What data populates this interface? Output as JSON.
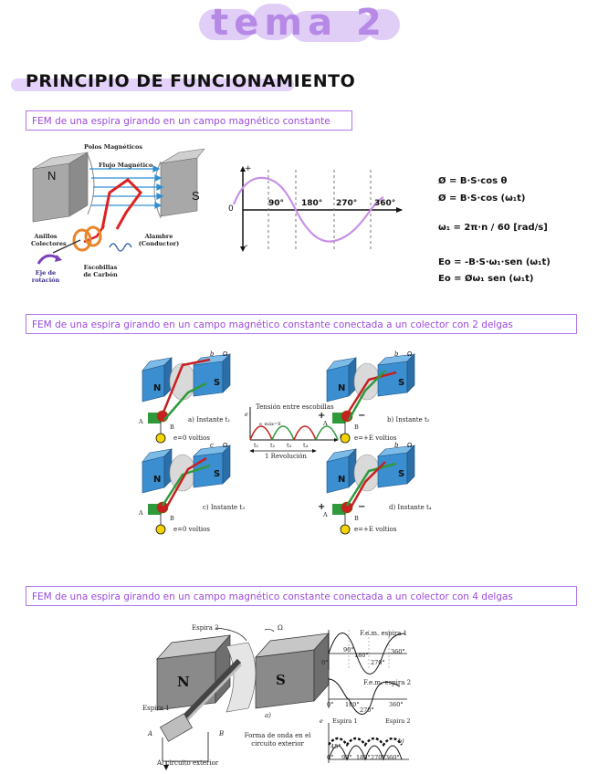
{
  "page": {
    "title": "tema 2",
    "heading": "PRINCIPIO DE FUNCIONAMIENTO"
  },
  "sections": [
    {
      "label": "FEM de una espira girando en un campo magnético constante"
    },
    {
      "label": "FEM de una espira girando en un campo magnético constante conectada a un colector con 2 delgas"
    },
    {
      "label": "FEM de una espira girando en un campo magnético constante conectada a un colector con 4 delgas"
    }
  ],
  "figure1": {
    "poles_label": "Polos Magnéticos",
    "flux_label": "Flujo Magnético",
    "north": "N",
    "south": "S",
    "rings_label": "Anillos Colectores",
    "wire_label": "Alambre (Conductor)",
    "brushes_label": "Escobillas de Carbón",
    "axis_label": "Eje de rotación"
  },
  "graph1": {
    "plus": "+",
    "minus": "-",
    "zero": "0",
    "ticks": [
      "90°",
      "180°",
      "270°",
      "360°"
    ]
  },
  "equations": [
    "Ø = B·S·cos θ",
    "Ø = B·S·cos (ω₁t)",
    "ω₁ = 2π·n / 60   [rad/s]",
    "Eo = -B·S·ω₁·sen (ω₁t)",
    "Eo = Øω₁ sen (ω₁t)"
  ],
  "figure2": {
    "omega": "Ω",
    "graph_title": "Tensión entre escobillas",
    "graph_e": "e",
    "graph_t": "t",
    "graph_em": "e_máx=E",
    "graph_ticks": [
      "t₁",
      "t₂",
      "t₃",
      "t₄"
    ],
    "revolution": "1 Revolución",
    "panels": [
      {
        "caption": "a) Instante t₁",
        "volt": "e=0 voltios",
        "n": "N",
        "s": "S",
        "a": "A",
        "b": "B",
        "letter": "b"
      },
      {
        "caption": "b) Instante t₂",
        "volt": "e=+E voltios",
        "n": "N",
        "s": "S",
        "a": "A",
        "b": "B",
        "letter": "b",
        "plus": "+",
        "minus": "−"
      },
      {
        "caption": "c) Instante t₃",
        "volt": "e=0 voltios",
        "n": "N",
        "s": "S",
        "a": "A",
        "b": "B",
        "letter": "c"
      },
      {
        "caption": "d) Instante t₄",
        "volt": "e=+E voltios",
        "n": "N",
        "s": "S",
        "a": "A",
        "b": "B",
        "letter": "b",
        "plus": "+",
        "minus": "−"
      }
    ]
  },
  "figure3": {
    "espira2": "Espira 2",
    "espira1": "Espira 1",
    "omega": "Ω",
    "north": "N",
    "south": "S",
    "a_label": "a)",
    "A": "A",
    "B": "B",
    "circuit": "Al circuito exterior",
    "wave_label": "Forma de onda en el circuito exterior",
    "graph_a_title": "F.e.m. espira 1",
    "graph_b_title": "F.e.m. espira 2",
    "graph_a_ticks": [
      "0°",
      "90°",
      "180°",
      "270°",
      "360°"
    ],
    "graph_b_ticks": [
      "0°",
      "180°",
      "270°",
      "360°"
    ],
    "graph_c_e": "e",
    "graph_c_espira1": "Espira 1",
    "graph_c_espira2": "Espira 2",
    "graph_c_b": "b)",
    "graph_c_deg": "45°",
    "graph_c_ticks": [
      "0°",
      "90°",
      "180°",
      "270°",
      "360°"
    ]
  }
}
